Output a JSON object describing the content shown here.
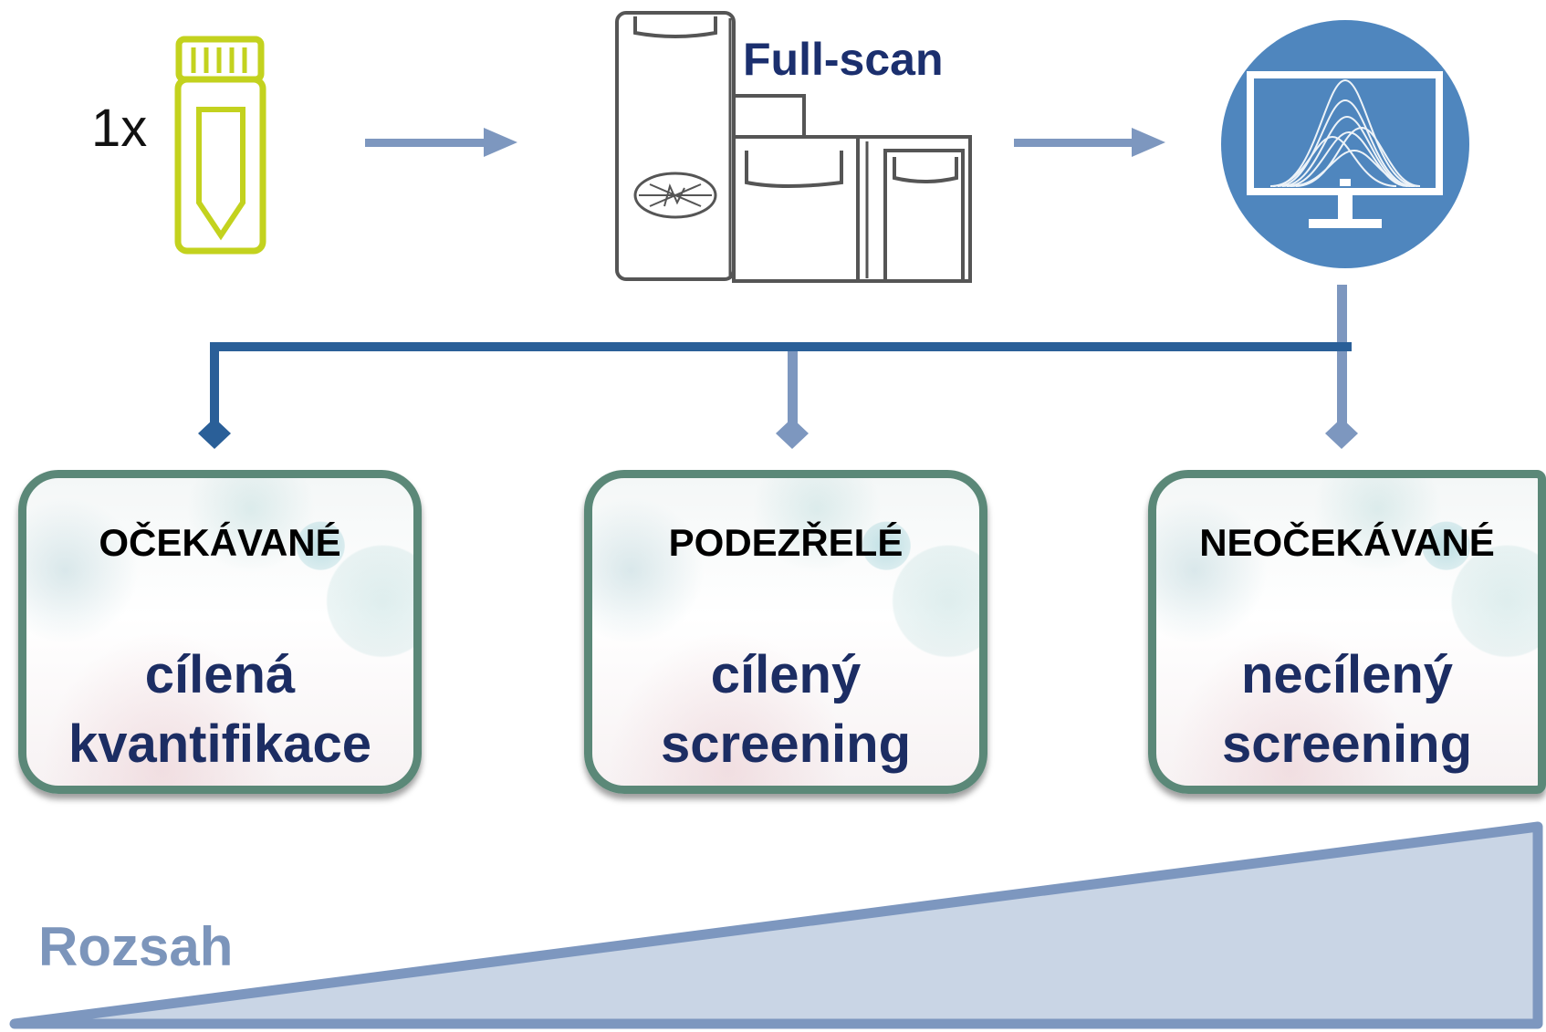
{
  "workflow": {
    "sample_count": "1x",
    "scan_label": "Full-scan"
  },
  "categories": [
    {
      "heading": "OČEKÁVANÉ",
      "line1": "cílená",
      "line2": "kvantifikace"
    },
    {
      "heading": "PODEZŘELÉ",
      "line1": "cílený",
      "line2": "screening"
    },
    {
      "heading": "NEOČEKÁVANÉ",
      "line1": "necílený",
      "line2": "screening"
    }
  ],
  "scope": {
    "label": "Rozsah"
  },
  "colors": {
    "arrow": "#7d97bf",
    "dark_line": "#2a5f98",
    "vial": "#c3d21e",
    "monitor_circle": "#4f86be",
    "card_border": "#5b8878",
    "card_text": "#1c2d63",
    "scan_text": "#1b2f6e",
    "range_fill": "#c9d5e5",
    "range_stroke": "#7d97bf"
  },
  "icons": {
    "sample": "vial-icon",
    "instrument": "mass-spectrometer-icon",
    "analysis": "computer-monitor-chromatogram-icon"
  }
}
